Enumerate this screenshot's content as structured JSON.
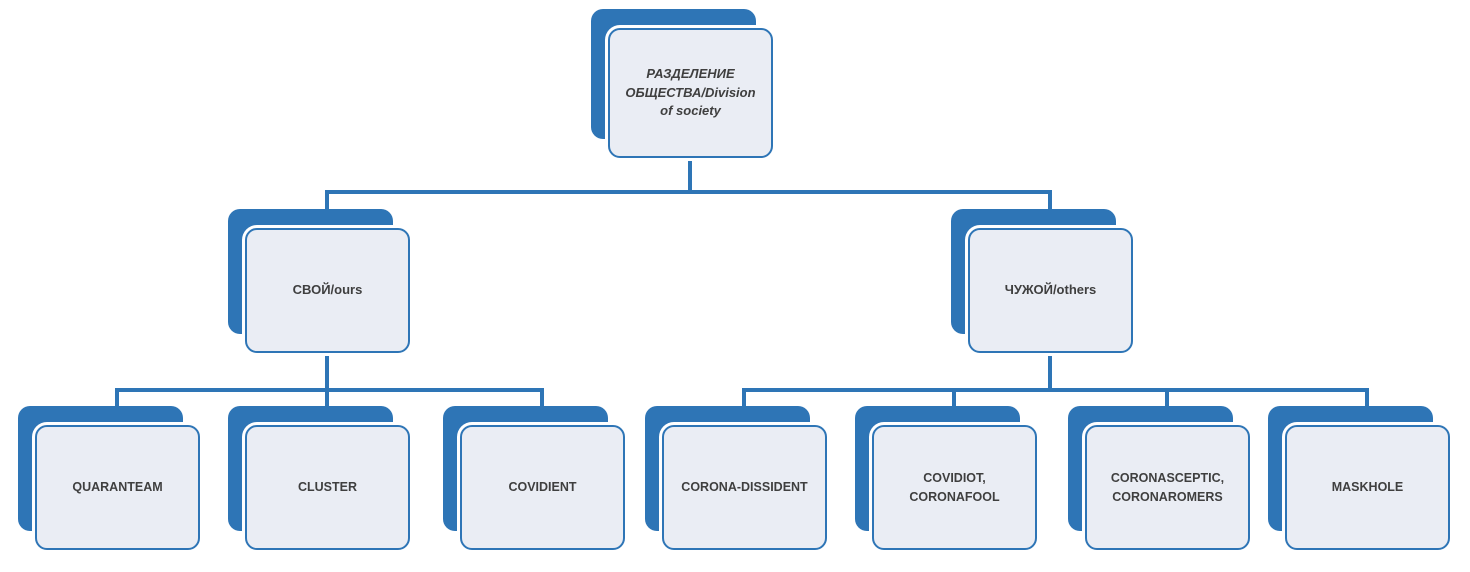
{
  "diagram": {
    "title": "Division of society diagram",
    "colors": {
      "accent_blue": "#2E75B6",
      "node_fill": "#EAEDF4",
      "text": "#3F3F3F",
      "background": "#FFFFFF"
    },
    "nodes": {
      "root": "РАЗДЕЛЕНИЕ ОБЩЕСТВА/Division of society",
      "ours": "СВОЙ/ours",
      "others": "ЧУЖОЙ/others",
      "quaranteam": "QUARANTEAM",
      "cluster": "CLUSTER",
      "covidient": "COVIDIENT",
      "corona_dissident": "CORONA-DISSIDENT",
      "covidiot": "COVIDIOT, CORONAFOOL",
      "coronasceptic": "CORONASCEPTIC, CORONAROMERS",
      "maskhole": "MASKHOLE"
    },
    "hierarchy": {
      "root": "РАЗДЕЛЕНИЕ ОБЩЕСТВА/Division of society",
      "children": [
        {
          "label": "СВОЙ/ours",
          "children": [
            "QUARANTEAM",
            "CLUSTER",
            "COVIDIENT"
          ]
        },
        {
          "label": "ЧУЖОЙ/others",
          "children": [
            "CORONA-DISSIDENT",
            "COVIDIOT, CORONAFOOL",
            "CORONASCEPTIC, CORONAROMERS",
            "MASKHOLE"
          ]
        }
      ]
    }
  }
}
